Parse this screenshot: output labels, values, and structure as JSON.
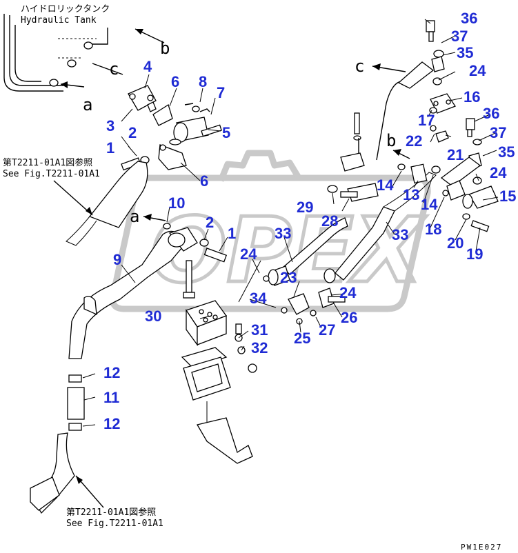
{
  "tank_title_jp": "ハイドロリックタンク",
  "tank_title_en": "Hydraulic Tank",
  "refs": [
    {
      "jp": "第T2211-01A1図参照",
      "en": "See Fig.T2211-01A1"
    },
    {
      "jp": "第T2211-01A1図参照",
      "en": "See Fig.T2211-01A1"
    }
  ],
  "connectors": {
    "a": "a",
    "b": "b",
    "c": "c"
  },
  "watermark": "OPEX",
  "figure_code": "PW1E027",
  "colors": {
    "callout": "#1f2bd4",
    "watermark": "#c9c9c9",
    "line": "#000000"
  },
  "callouts": [
    "1",
    "2",
    "3",
    "4",
    "5",
    "6",
    "7",
    "8",
    "9",
    "10",
    "11",
    "12",
    "13",
    "14",
    "15",
    "16",
    "17",
    "18",
    "19",
    "20",
    "21",
    "22",
    "23",
    "24",
    "25",
    "26",
    "27",
    "28",
    "29",
    "30",
    "31",
    "32",
    "33",
    "34",
    "35",
    "36",
    "37"
  ]
}
